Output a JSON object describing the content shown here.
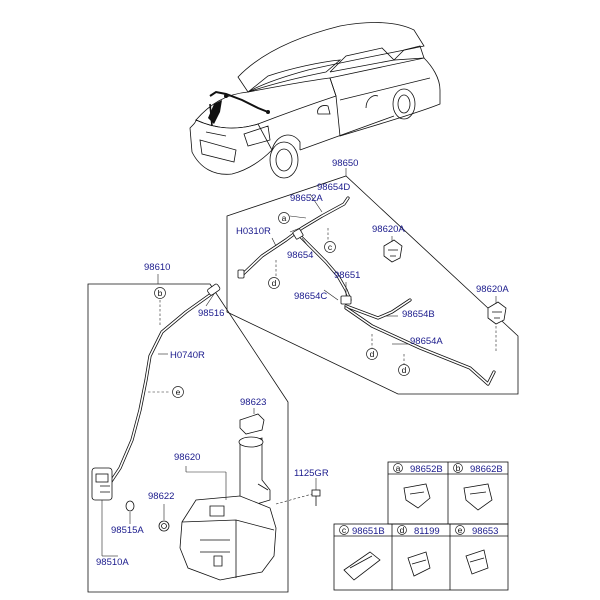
{
  "labels": {
    "assy_top": "98650",
    "nozzle_hose": "98654D",
    "connector_a": "98652A",
    "hose_h0310r": "H0310R",
    "joint": "98654",
    "nozzle_l": "98620A",
    "nozzle_r": "98620A",
    "hose_c": "98654C",
    "tee": "98651",
    "hose_b": "98654B",
    "hose_a": "98654A",
    "reservoir_assy": "98610",
    "check_valve": "98516",
    "hose_h0740r": "H0740R",
    "filler_cap": "98623",
    "reservoir": "98620",
    "pump_seal": "98622",
    "bolt": "1125GR",
    "grommet": "98515A",
    "pump": "98510A"
  },
  "callouts": {
    "a": "a",
    "b": "b",
    "c": "c",
    "d": "d",
    "e": "e"
  },
  "legend": [
    {
      "letter": "a",
      "part": "98652B"
    },
    {
      "letter": "b",
      "part": "98662B"
    },
    {
      "letter": "c",
      "part": "98651B"
    },
    {
      "letter": "d",
      "part": "81199"
    },
    {
      "letter": "e",
      "part": "98653"
    }
  ]
}
